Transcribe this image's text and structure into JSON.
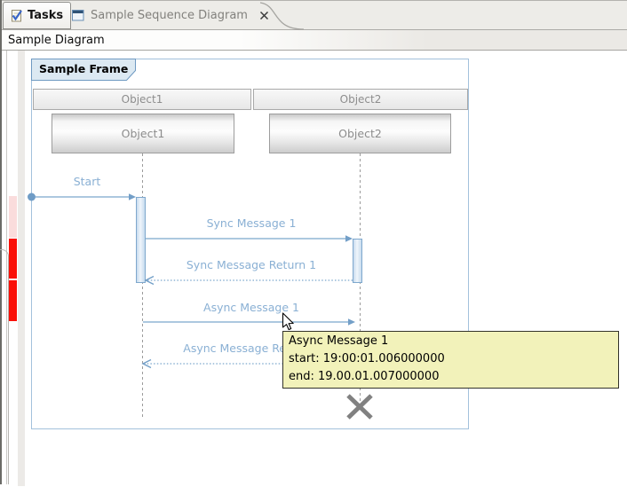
{
  "tab_bar": {
    "tasks_tab": "Tasks",
    "editor_tab": "Sample Sequence Diagram"
  },
  "view_header": {
    "title": "Sample Diagram"
  },
  "diagram": {
    "frame_title": "Sample Frame",
    "header_columns": [
      {
        "label": "Object1"
      },
      {
        "label": "Object2"
      }
    ],
    "objects": [
      {
        "label": "Object1"
      },
      {
        "label": "Object2"
      }
    ],
    "messages": [
      {
        "label": "Start",
        "kind": "sync"
      },
      {
        "label": "Sync Message 1",
        "kind": "sync"
      },
      {
        "label": "Sync Message Return 1",
        "kind": "return"
      },
      {
        "label": "Async Message 1",
        "kind": "async"
      },
      {
        "label": "Async Message Return 1",
        "kind": "return"
      }
    ]
  },
  "tooltip": {
    "title": "Async Message 1",
    "start_line": "start: 19:00:01.006000000",
    "end_line": "end: 19.00.01.007000000"
  },
  "colors": {
    "message_blue": "#7ba6cc",
    "label_blue": "#8ab0d4",
    "frame_border_blue": "#a3c1dc",
    "marker_red": "#fa1008",
    "marker_pink": "#fadcdc",
    "tooltip_bg": "#f2f2ba"
  }
}
